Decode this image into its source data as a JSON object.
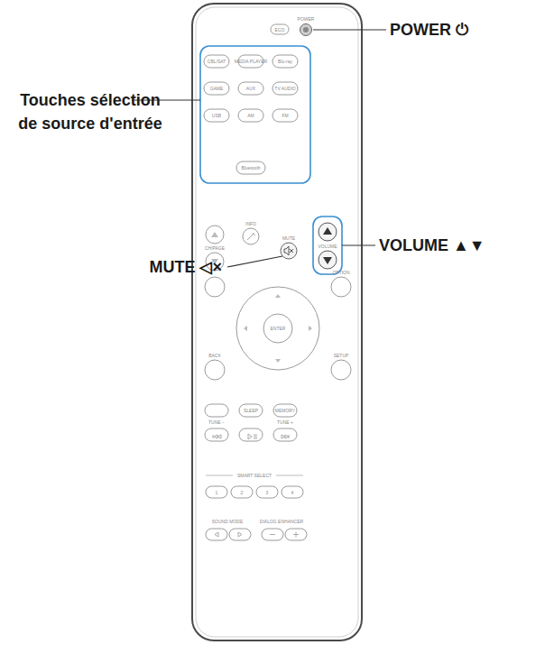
{
  "diagram": {
    "labels": [
      "POWER ⏻",
      "Touches sélection de source d'entrée",
      "VOLUME ▲▼",
      "MUTE ◁×",
      "ECO",
      "POWER",
      "CBL/SAT",
      "MEDIA PLAYER",
      "Blu-ray",
      "GAME",
      "AUX",
      "TV AUDIO",
      "USB",
      "AM",
      "FM",
      "Bluetooth",
      "CH/PAGE",
      "INFO",
      "MUTE",
      "VOLUME",
      "OPTION",
      "ENTER",
      "BACK",
      "SETUP",
      "SLEEP",
      "MEMORY",
      "TUNE −",
      "TUNE +",
      "SMART SELECT",
      "1",
      "2",
      "3",
      "4",
      "SOUND MODE",
      "DIALOG ENHANCER"
    ]
  }
}
